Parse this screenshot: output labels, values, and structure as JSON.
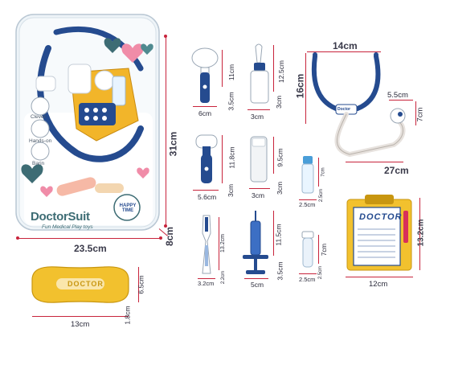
{
  "package": {
    "brand": "DoctorSuit",
    "tagline": "Fun Medical Play toys",
    "badge": "HAPPY TIME",
    "features": [
      "Clever",
      "Hands-on",
      "Barin"
    ],
    "width": "23.5cm",
    "height": "31cm",
    "depth": "8cm"
  },
  "items": {
    "otoscope": {
      "h": "11cm",
      "w": "6cm",
      "d": "3.5cm"
    },
    "spray": {
      "h": "12.5cm",
      "w": "3cm",
      "d": "3cm"
    },
    "stethoscope": {
      "w": "14cm",
      "h": "16cm",
      "head_w": "5.5cm",
      "head_d": "7cm",
      "length": "27cm",
      "label": "Doctor"
    },
    "hammer": {
      "h": "11.8cm",
      "w": "5.6cm",
      "d": "3cm"
    },
    "flashlight": {
      "h": "9.5cm",
      "w": "3cm",
      "d": "3cm"
    },
    "bottle": {
      "h": "7cm",
      "w": "2.5cm",
      "d": "2.5cm"
    },
    "thermometer": {
      "h": "13.2cm",
      "w": "3.2cm",
      "d": "2.2cm"
    },
    "syringe": {
      "h": "11.5cm",
      "w": "5cm",
      "d": "3.5cm"
    },
    "tube": {
      "h": "7cm",
      "w": "2.5cm",
      "d": "2.5cm"
    },
    "clipboard": {
      "w": "12cm",
      "h": "13.2cm",
      "title": "DOCTOR"
    },
    "bandage": {
      "w": "13cm",
      "h": "6.5cm",
      "d": "1.8cm",
      "label": "DOCTOR"
    }
  }
}
